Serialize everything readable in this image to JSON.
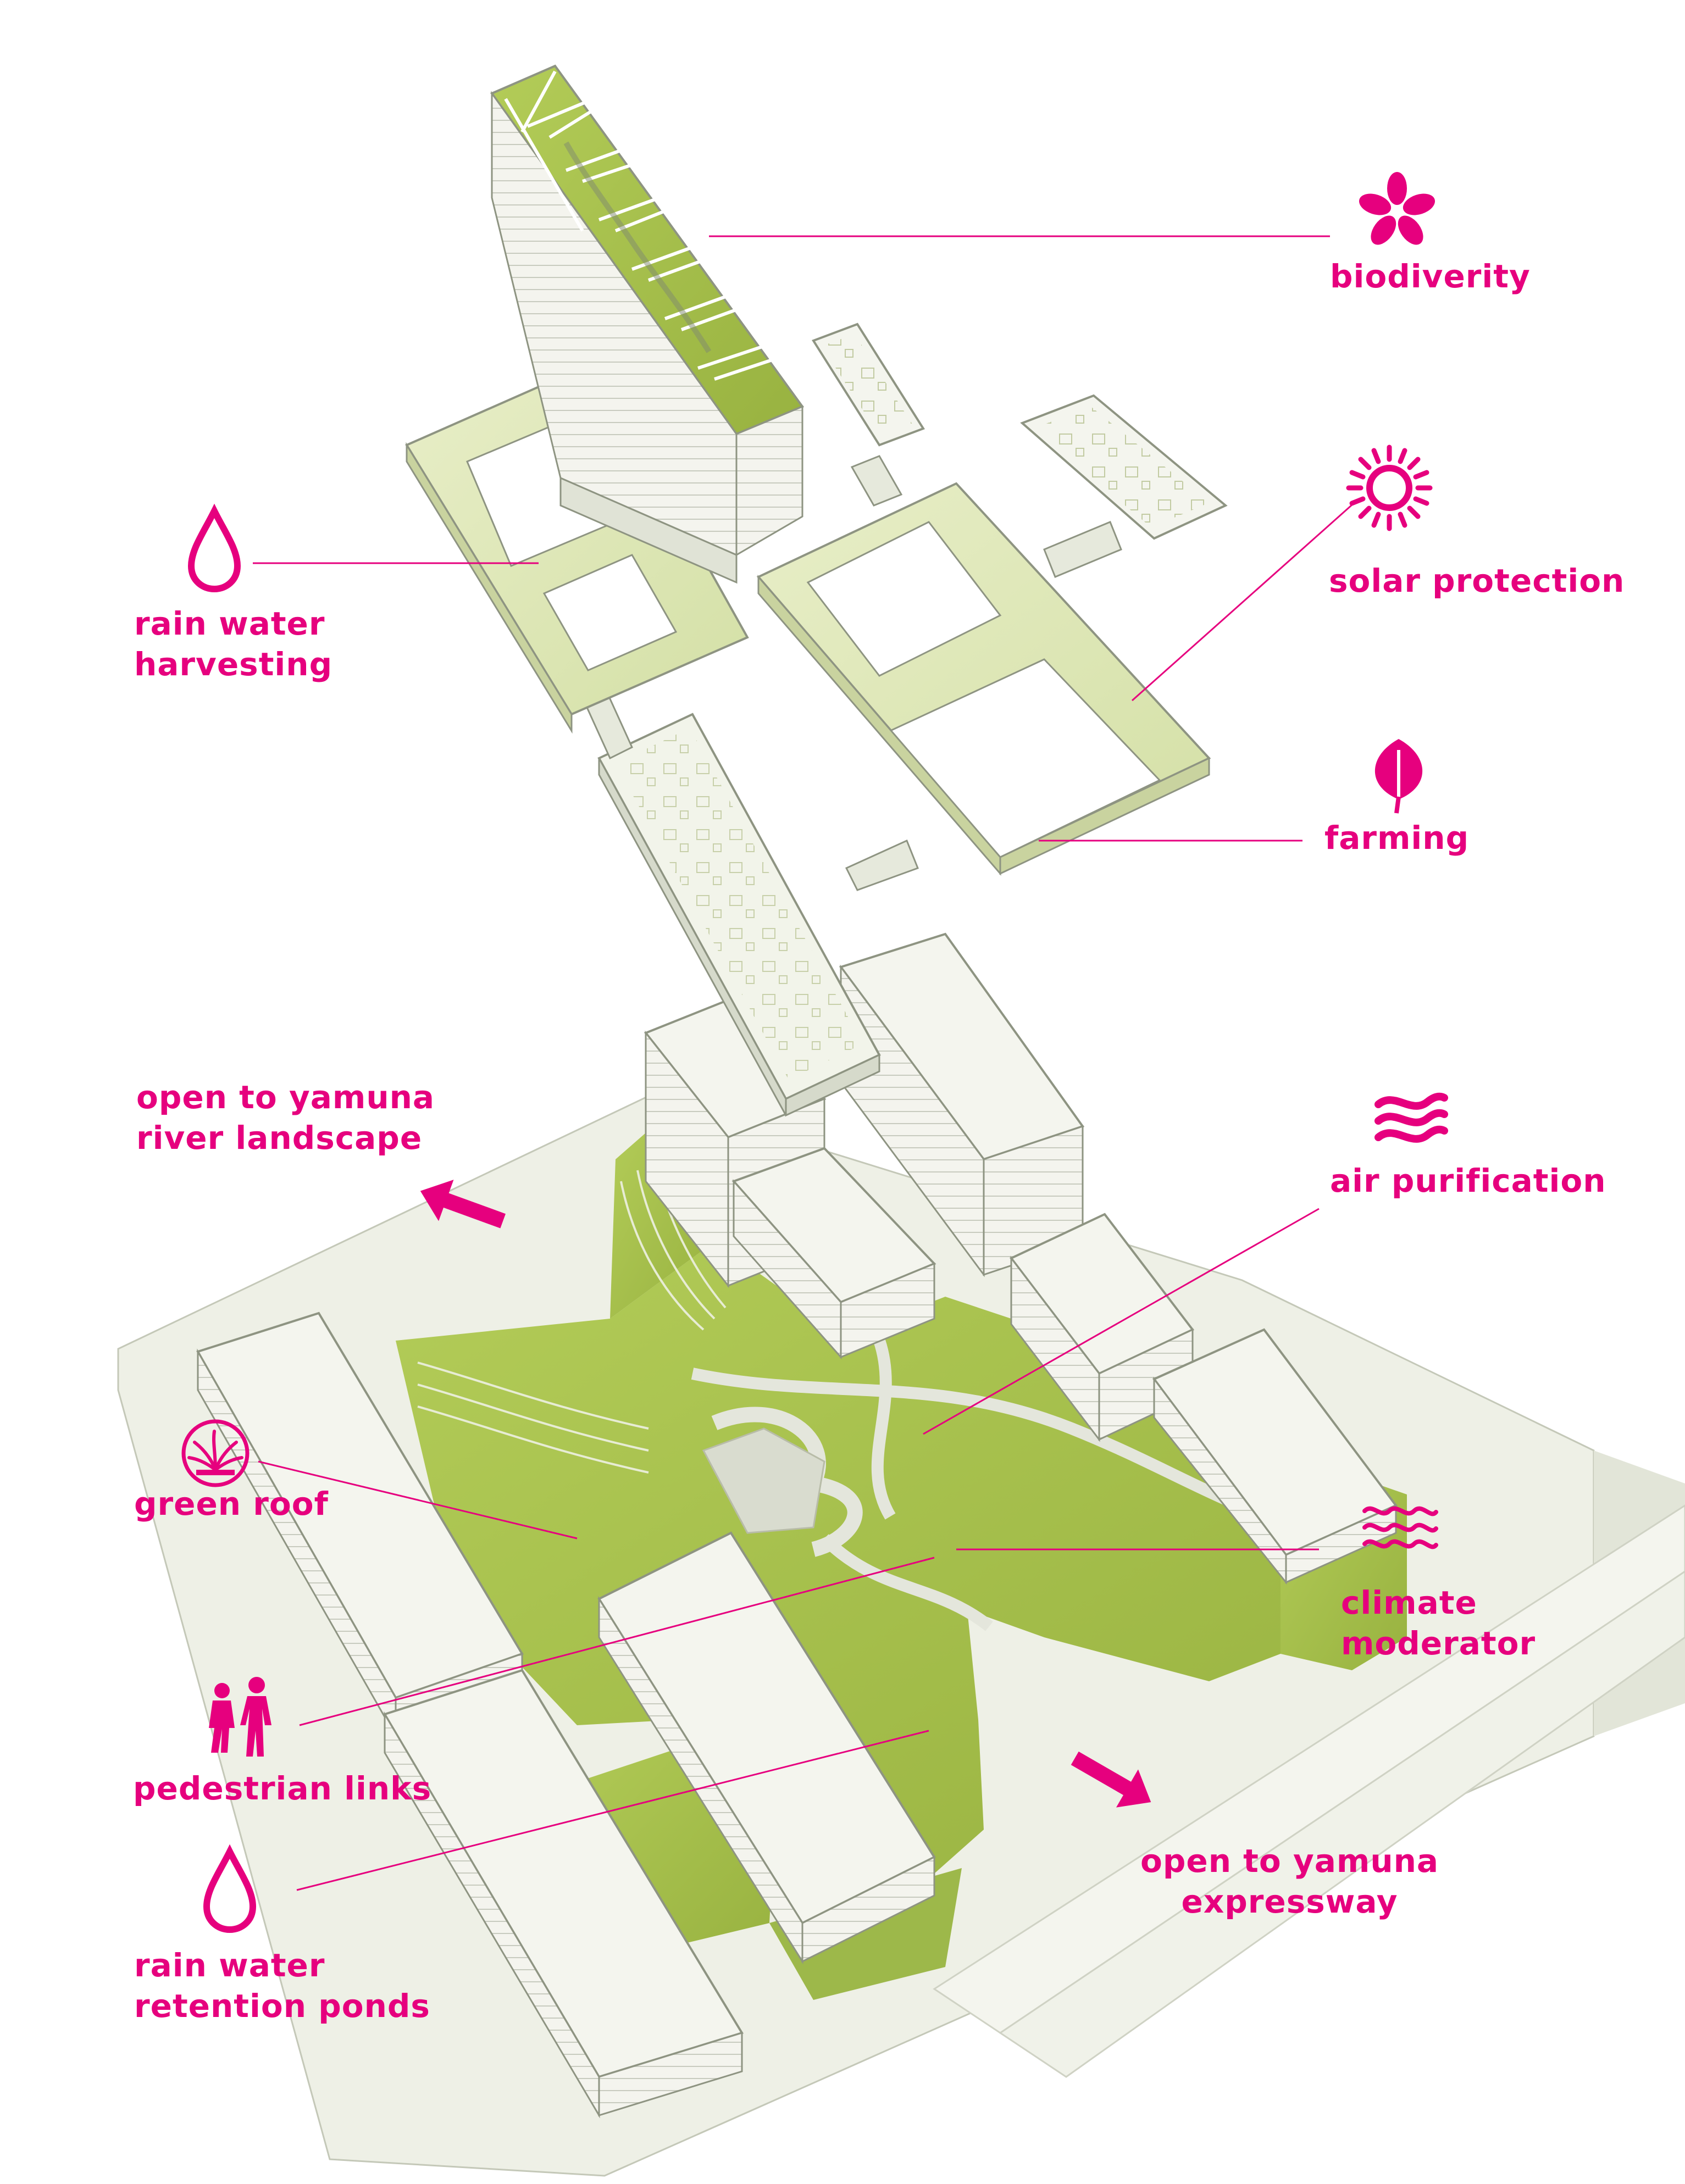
{
  "colors": {
    "accent": "#e6007e",
    "green": "#a7c04e",
    "green_light": "#dfe8bc",
    "slab": "#f0f2e8",
    "ground": "#eef0e6",
    "edge": "#9aa08e"
  },
  "labels": {
    "biodiversity": "biodiverity",
    "solar_protection": "solar protection",
    "farming": "farming",
    "rain_harvest_1": "rain water",
    "rain_harvest_2": "harvesting",
    "open_river_1": "open to yamuna",
    "open_river_2": "river landscape",
    "air_purification": "air purification",
    "green_roof": "green roof",
    "climate_1": "climate",
    "climate_2": "moderator",
    "pedestrian": "pedestrian links",
    "open_express_1": "open to yamuna",
    "open_express_2": "expressway",
    "retention_1": "rain water",
    "retention_2": "retention ponds"
  },
  "icons": {
    "biodiversity": "flower-icon",
    "solar_protection": "sun-icon",
    "farming": "leaf-icon",
    "rain_harvest": "water-drop-icon",
    "air_purification": "wind-waves-icon",
    "green_roof": "plant-circle-icon",
    "climate": "waves-icon",
    "pedestrian": "pedestrians-icon",
    "retention": "water-drop-icon",
    "direction": "arrow-icon"
  }
}
